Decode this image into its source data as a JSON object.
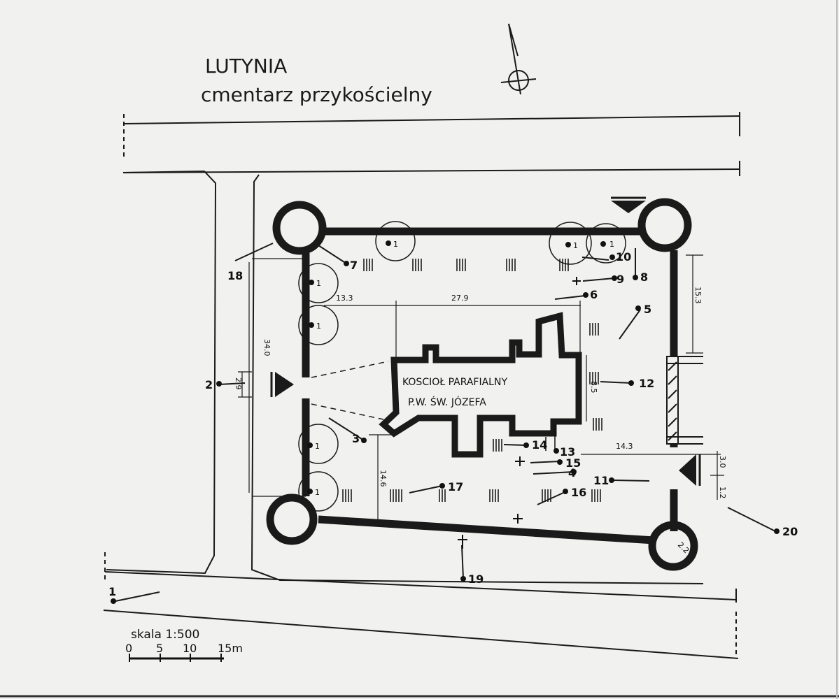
{
  "title": "LUTYNIA",
  "subtitle": "cmentarz przykościelny",
  "church_line1": "KOSCIOŁ  PARAFIALNY",
  "church_line2": "P.W.  ŚW.  JÓZEFA",
  "scale": {
    "label": "skala 1:500",
    "ticks": [
      "0",
      "5",
      "10",
      "15m"
    ]
  },
  "dimensions": {
    "d133": "13.3",
    "d279": "27.9",
    "d340": "34.0",
    "d29": "2.9",
    "d153": "15.3",
    "d85": "8.5",
    "d143": "14.3",
    "d146": "14.6",
    "d30": "3.0",
    "d12": "1.2",
    "d22": "2.2"
  },
  "tree_label": "1",
  "markers": [
    "1",
    "2",
    "3",
    "4",
    "5",
    "6",
    "7",
    "8",
    "9",
    "10",
    "11",
    "12",
    "13",
    "14",
    "15",
    "16",
    "17",
    "18",
    "19",
    "20"
  ],
  "colors": {
    "ink": "#1a1a1a",
    "paper": "#f1f1ef"
  }
}
